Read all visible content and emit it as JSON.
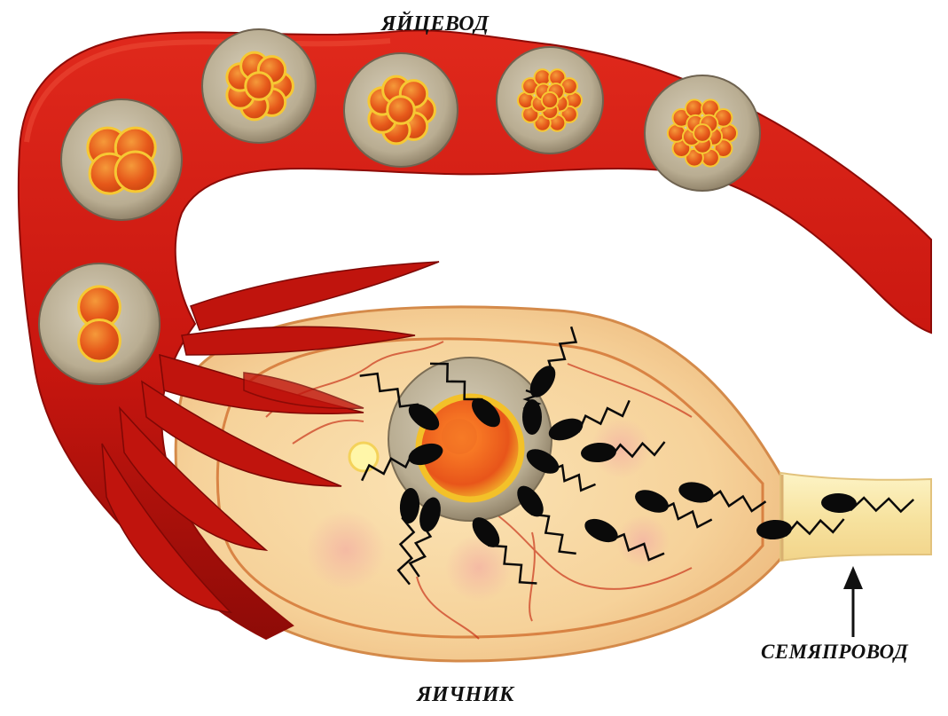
{
  "labels": {
    "oviduct": "ЯЙЦЕВОД",
    "ovary": "ЯИЧНИК",
    "vas_deferens": "СЕМЯПРОВОД"
  },
  "colors": {
    "background": "#ffffff",
    "tube_red": "#c8160f",
    "tube_dark": "#8e0b07",
    "tissue": "#f7d7a2",
    "tissue_edge": "#cf6a28",
    "cell_yellow": "#f6c833",
    "cell_orange": "#e6581a",
    "membrane": "#bdb39a",
    "sperm": "#0a0a0a"
  },
  "embryo_stages_cells": [
    2,
    4,
    8,
    8,
    16,
    16
  ],
  "sperm_count": 17
}
